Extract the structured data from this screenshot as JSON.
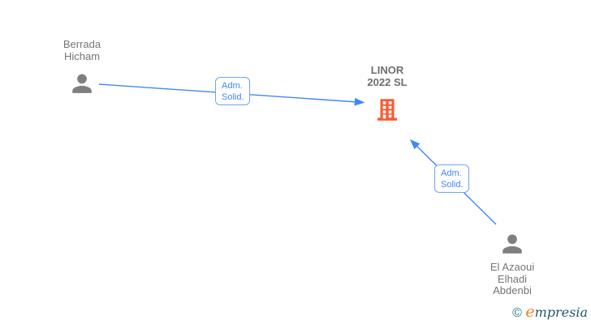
{
  "diagram": {
    "nodes": {
      "person1": {
        "label": "Berrada Hicham",
        "type": "person"
      },
      "company": {
        "label": "LINOR 2022 SL",
        "type": "building"
      },
      "person2": {
        "label": "El Azaoui Elhadi Abdenbi",
        "type": "person"
      }
    },
    "edges": {
      "edge1": {
        "from": "Berrada Hicham",
        "to": "LINOR 2022 SL",
        "label": "Adm. Solid."
      },
      "edge2": {
        "from": "El Azaoui Elhadi Abdenbi",
        "to": "LINOR 2022 SL",
        "label": "Adm. Solid."
      }
    },
    "colors": {
      "edge_blue": "#4287f5",
      "edge_box_border": "#6ea3f7",
      "person_gray": "#7f7f7f",
      "label_gray": "#757575",
      "building_orange": "#fa5b30",
      "watermark_teal": "#22758a",
      "watermark_orange": "#f58220"
    }
  },
  "watermark": {
    "copyright": "©",
    "brand_first_letter": "e",
    "brand_rest": "mpresia"
  }
}
